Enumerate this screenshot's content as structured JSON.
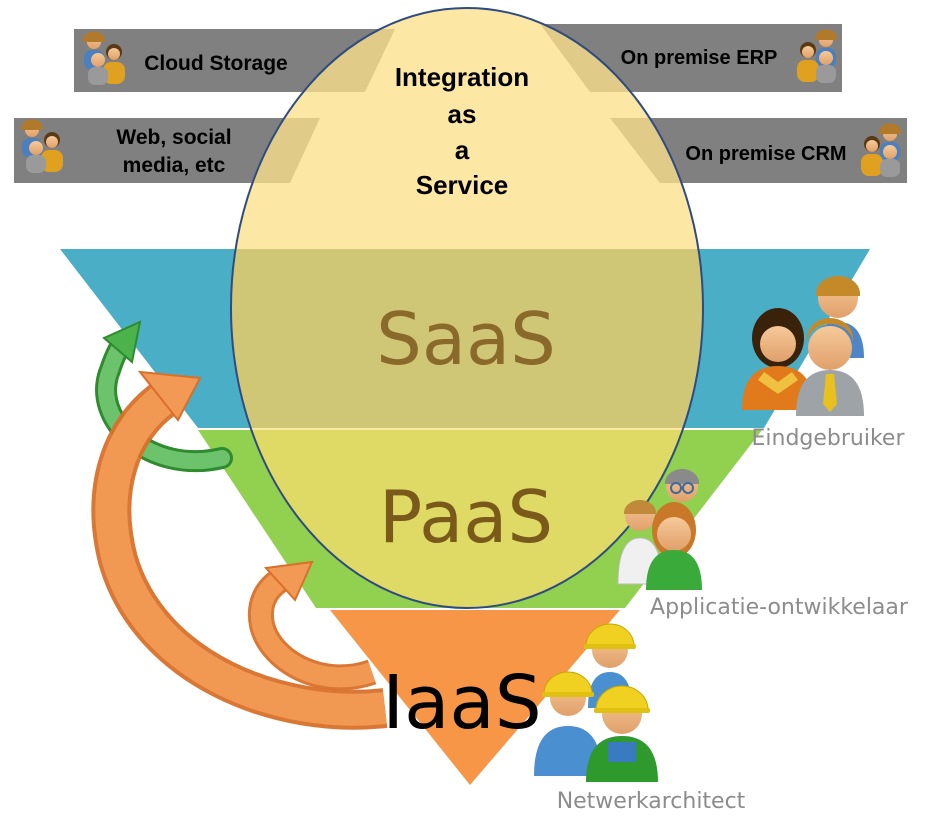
{
  "source_labels": {
    "cloud_storage": "Cloud Storage",
    "web_social_line1": "Web, social",
    "web_social_line2": "media, etc",
    "on_premise_erp": "On premise ERP",
    "on_premise_crm": "On premise CRM"
  },
  "ipaas": {
    "line1": "Integration",
    "line2": "as",
    "line3": "a",
    "line4": "Service"
  },
  "layers": {
    "saas": "SaaS",
    "paas": "PaaS",
    "iaas": "IaaS"
  },
  "roles": {
    "end_user": "Eindgebruiker",
    "app_developer": "Applicatie-ontwikkelaar",
    "network_architect": "Netwerkarchitect"
  },
  "colors": {
    "saas_layer": "#4aaec6",
    "paas_layer": "#92d050",
    "iaas_layer": "#f79646",
    "oval_fill": "#fde08a",
    "oval_stroke": "#2f4b80",
    "source_bar": "#808080",
    "saas_text": "#8a6a2a",
    "paas_text": "#7a5a1a",
    "iaas_text": "#000000",
    "role_text": "#8c8c8c",
    "green_arrow": "#3aa63a",
    "orange_arrow": "#f0883c"
  },
  "icons": [
    "people-group-icon",
    "developers-icon",
    "workers-icon",
    "curved-arrow-icon"
  ]
}
